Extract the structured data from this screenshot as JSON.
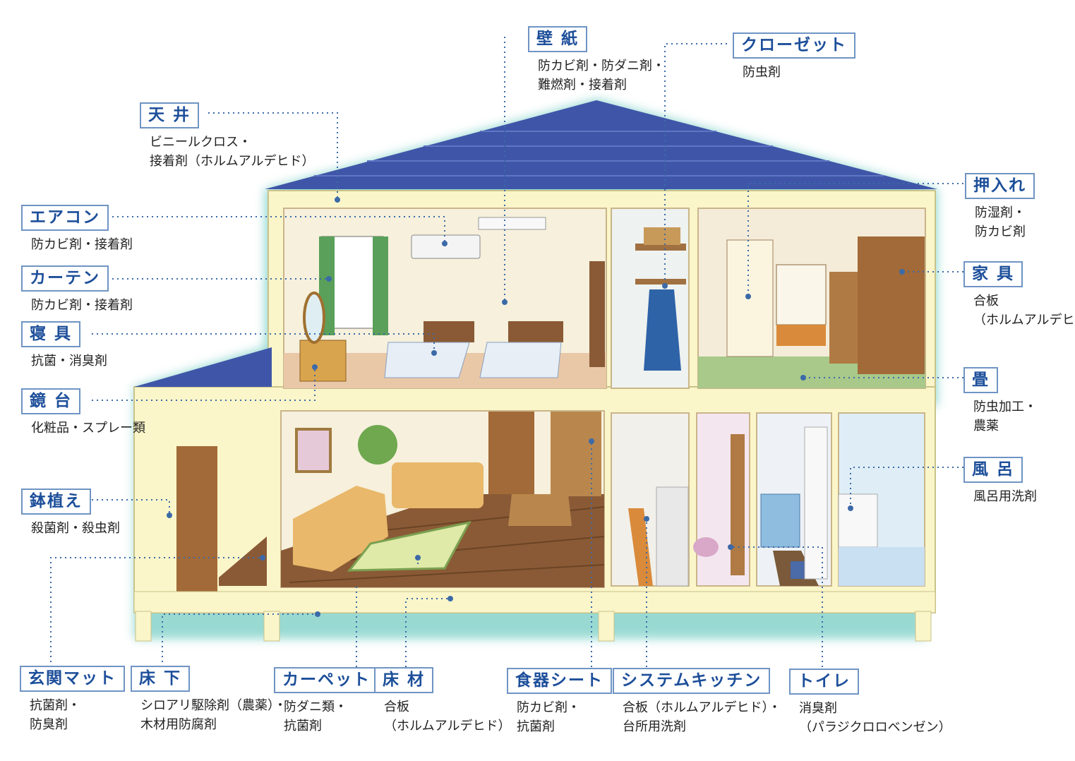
{
  "labels": {
    "ceiling": {
      "title": "天 井",
      "lines": [
        "ビニールクロス・",
        "接着剤（ホルムアルデヒド）"
      ]
    },
    "wallpaper": {
      "title": "壁 紙",
      "lines": [
        "防カビ剤・防ダニ剤・",
        "難燃剤・接着剤"
      ]
    },
    "closet": {
      "title": "クローゼット",
      "lines": [
        "防虫剤"
      ]
    },
    "oshiire": {
      "title": "押入れ",
      "lines": [
        "防湿剤・",
        "防カビ剤"
      ]
    },
    "furniture": {
      "title": "家 具",
      "lines": [
        "合板",
        "（ホルムアルデヒド）"
      ]
    },
    "aircon": {
      "title": "エアコン",
      "lines": [
        "防カビ剤・接着剤"
      ]
    },
    "curtain": {
      "title": "カーテン",
      "lines": [
        "防カビ剤・接着剤"
      ]
    },
    "bedding": {
      "title": "寝 具",
      "lines": [
        "抗菌・消臭剤"
      ]
    },
    "dresser": {
      "title": "鏡 台",
      "lines": [
        "化粧品・スプレー類"
      ]
    },
    "tatami": {
      "title": "畳",
      "lines": [
        "防虫加工・",
        "農薬"
      ]
    },
    "bath": {
      "title": "風 呂",
      "lines": [
        "風呂用洗剤"
      ]
    },
    "plant": {
      "title": "鉢植え",
      "lines": [
        "殺菌剤・殺虫剤"
      ]
    },
    "entrance_mat": {
      "title": "玄関マット",
      "lines": [
        "抗菌剤・",
        "防臭剤"
      ]
    },
    "underfloor": {
      "title": "床 下",
      "lines": [
        "シロアリ駆除剤（農薬）・",
        "木材用防腐剤"
      ]
    },
    "carpet": {
      "title": "カーペット",
      "lines": [
        "防ダニ類・",
        "抗菌剤"
      ]
    },
    "flooring": {
      "title": "床 材",
      "lines": [
        "合板",
        "（ホルムアルデヒド）"
      ]
    },
    "shelf_sheet": {
      "title": "食器シート",
      "lines": [
        "防カビ剤・",
        "抗菌剤"
      ]
    },
    "kitchen": {
      "title": "システムキッチン",
      "lines": [
        "合板（ホルムアルデヒド）・",
        "台所用洗剤"
      ]
    },
    "toilet": {
      "title": "トイレ",
      "lines": [
        "消臭剤",
        "（パラジクロロベンゼン）"
      ]
    }
  },
  "colors": {
    "roof": "#3f56a8",
    "wall": "#fbf6c9",
    "label_border": "#6f94c4",
    "label_text": "#1d4f9a",
    "leader": "#3c6aa8",
    "floor": "#8a5a36"
  }
}
